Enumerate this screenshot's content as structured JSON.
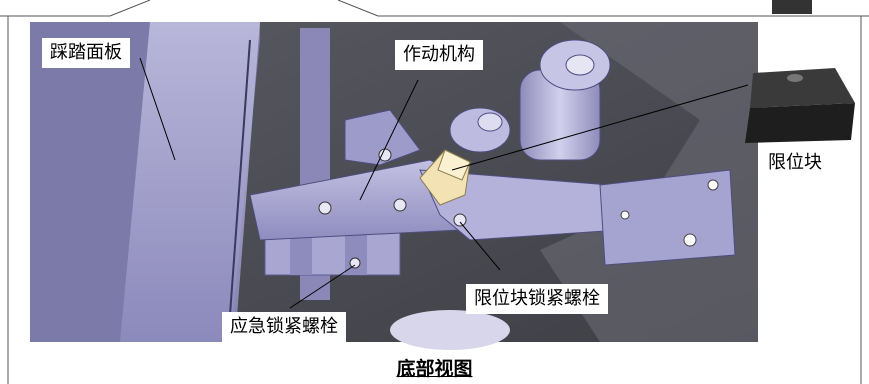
{
  "callouts": {
    "panel": "踩踏面板",
    "actuator": "作动机构",
    "limit_block": "限位块",
    "limit_bolt": "限位块锁紧螺栓",
    "emergency_bolt": "应急锁紧螺栓"
  },
  "caption": "底部视图",
  "colors": {
    "render_bg": "#4c4c53",
    "part_lavender": "#a7a5cf",
    "block_yellow": "#f3e3b4",
    "stop_dark": "#2b2b2b"
  },
  "icons": [
    "rubber-stop-icon"
  ]
}
